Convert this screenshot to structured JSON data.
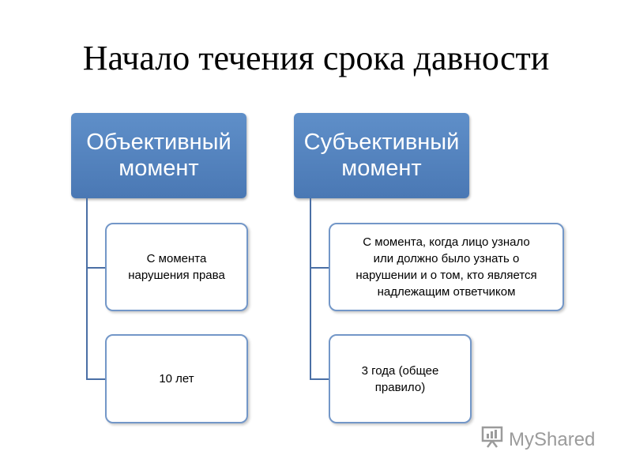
{
  "title": "Начало течения срока давности",
  "columns": [
    {
      "header": [
        "Объективный",
        "момент"
      ],
      "items": [
        [
          "С момента",
          "нарушения права"
        ],
        [
          "10 лет"
        ]
      ]
    },
    {
      "header": [
        "Субъективный",
        "момент"
      ],
      "items": [
        [
          "С момента, когда лицо узнало",
          "или должно было узнать о",
          "нарушении и о том, кто является",
          "надлежащим ответчиком"
        ],
        [
          "3 года (общее",
          "правило)"
        ]
      ]
    }
  ],
  "watermark": {
    "text": "MyShared",
    "icon": "presentation-board-icon"
  },
  "colors": {
    "header_fill": "#4f7fbc",
    "border": "#7397c8",
    "connector": "#4a6fa5"
  }
}
